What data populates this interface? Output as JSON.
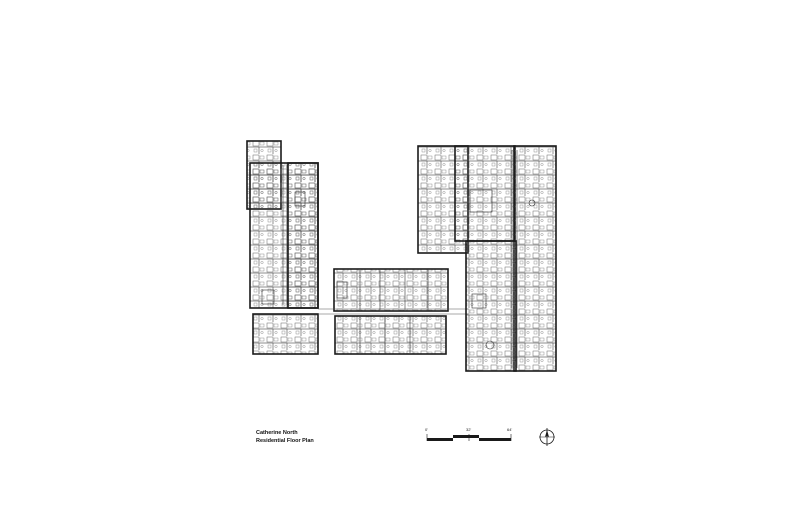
{
  "drawing": {
    "title": "Catherine North",
    "subtitle": "Residential Floor Plan"
  },
  "scale_bar": {
    "labels": [
      "0'",
      "32'",
      "64'"
    ]
  },
  "north_arrow": {
    "icon": "north-arrow-icon"
  },
  "colors": {
    "wall": "#1a1a1a",
    "line": "#555555",
    "background": "#ffffff"
  }
}
